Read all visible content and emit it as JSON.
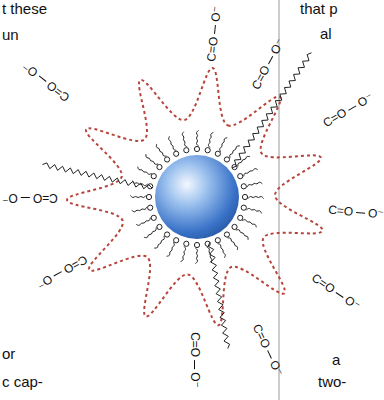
{
  "diagram": {
    "labels": [
      "t these",
      "that p",
      "un",
      "al",
      "O⁻",
      "C=O",
      "O⁻",
      "C=O",
      "O⁻",
      "C=O",
      "O⁻",
      "C=O",
      "O⁻",
      "C=O",
      "O⁻",
      "C=O",
      "O⁻",
      "C=O",
      "O⁻",
      "C=O",
      "O⁻",
      "C=O",
      "O⁻",
      "C=O",
      "or",
      "a",
      "c cap-",
      "two-"
    ]
  }
}
